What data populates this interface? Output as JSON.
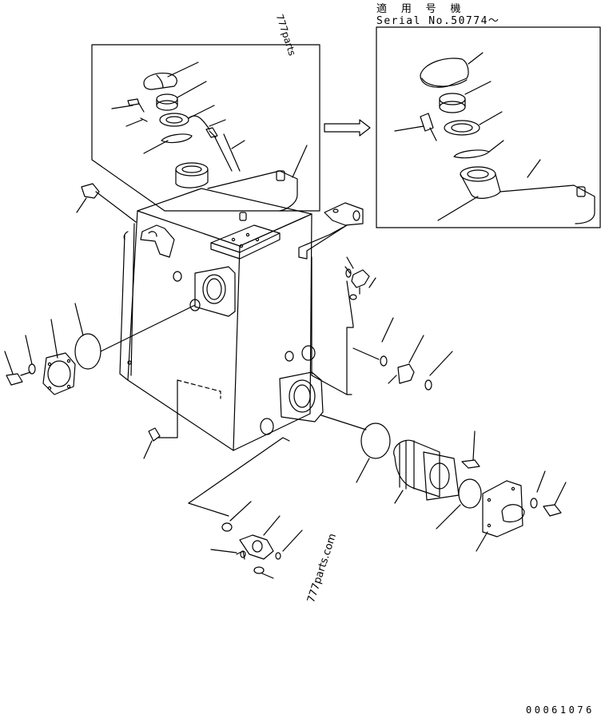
{
  "header": {
    "applicable_models": "適 用 号 機",
    "serial": "Serial No.50774～"
  },
  "footer": {
    "drawing_number": "00061076"
  },
  "watermarks": {
    "top": "777parts",
    "middle": "777parts.com"
  },
  "colors": {
    "line": "#000000",
    "background": "#ffffff"
  }
}
